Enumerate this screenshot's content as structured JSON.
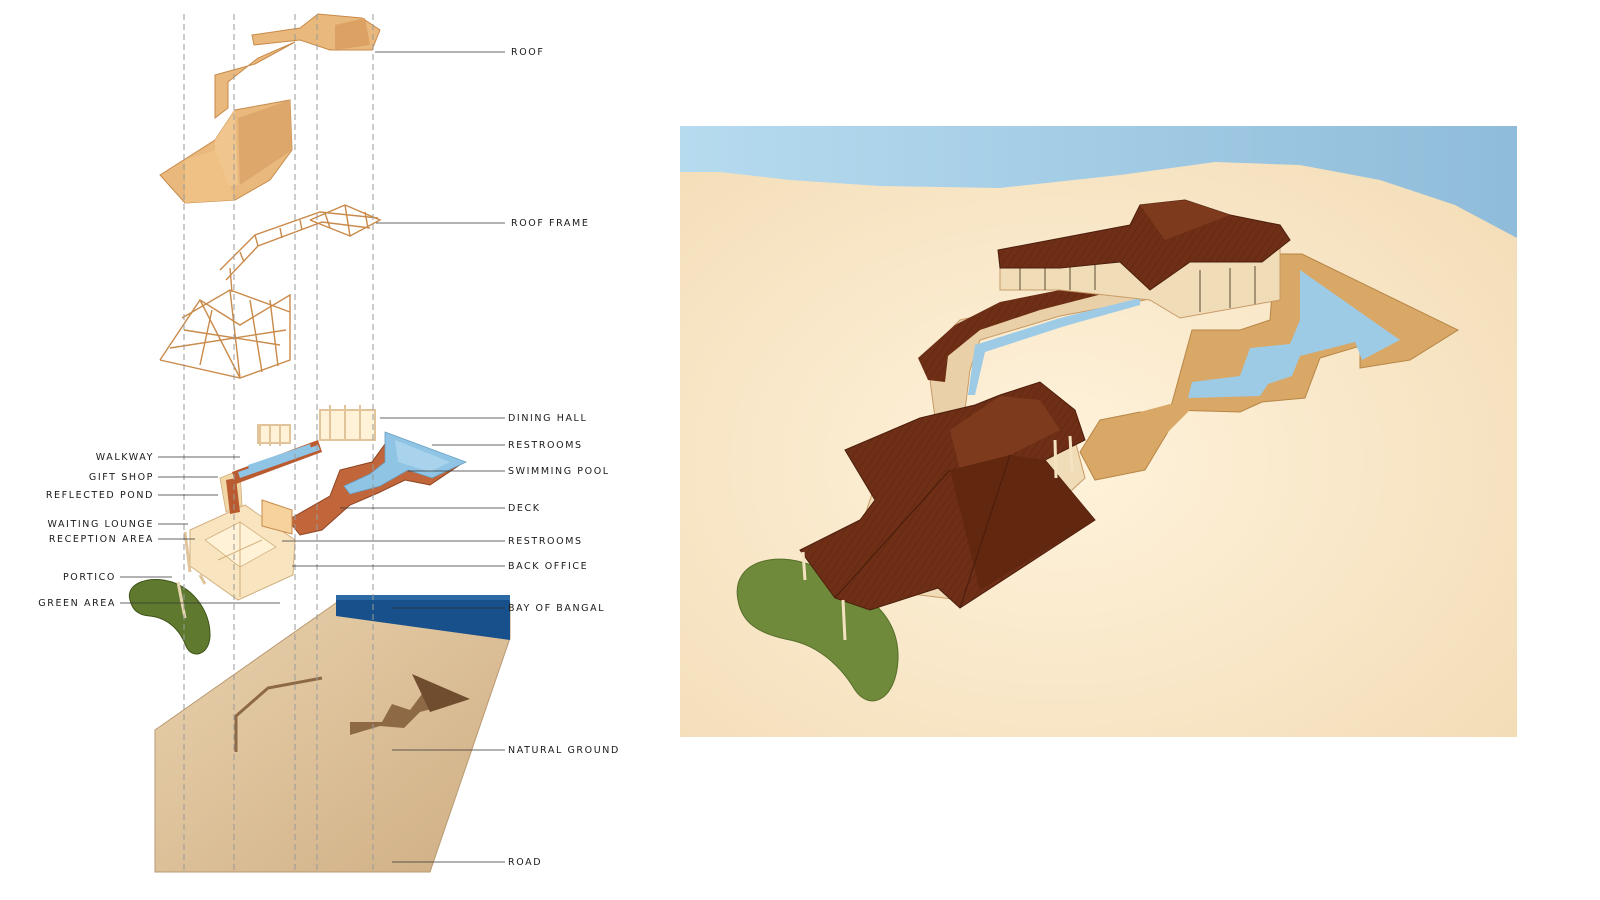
{
  "labels": {
    "roof": "ROOF",
    "roof_frame": "ROOF FRAME",
    "dining_hall": "DINING HALL",
    "restrooms_upper": "RESTROOMS",
    "swimming_pool": "SWIMMING POOL",
    "deck": "DECK",
    "restrooms_lower": "RESTROOMS",
    "back_office": "BACK OFFICE",
    "bay": "BAY OF BANGAL",
    "natural_ground": "NATURAL GROUND",
    "road": "ROAD",
    "walkway": "WALKWAY",
    "gift_shop": "GIFT SHOP",
    "reflected_pond": "REFLECTED POND",
    "waiting_lounge": "WAITING LOUNGE",
    "reception_area": "RECEPTION AREA",
    "portico": "PORTICO",
    "green_area": "GREEN AREA"
  },
  "colors": {
    "roof": "#e8b87c",
    "frame": "#c98a4a",
    "floor": "#f6dfb4",
    "pool": "#8fc4e4",
    "deck": "#c0663a",
    "grass": "#5f7a2e",
    "ground": "#dcc09a",
    "sea": "#17508a",
    "render_roof": "#6e2f16",
    "render_ground": "#f8e6c6",
    "render_sky": "#a9d0e6"
  }
}
